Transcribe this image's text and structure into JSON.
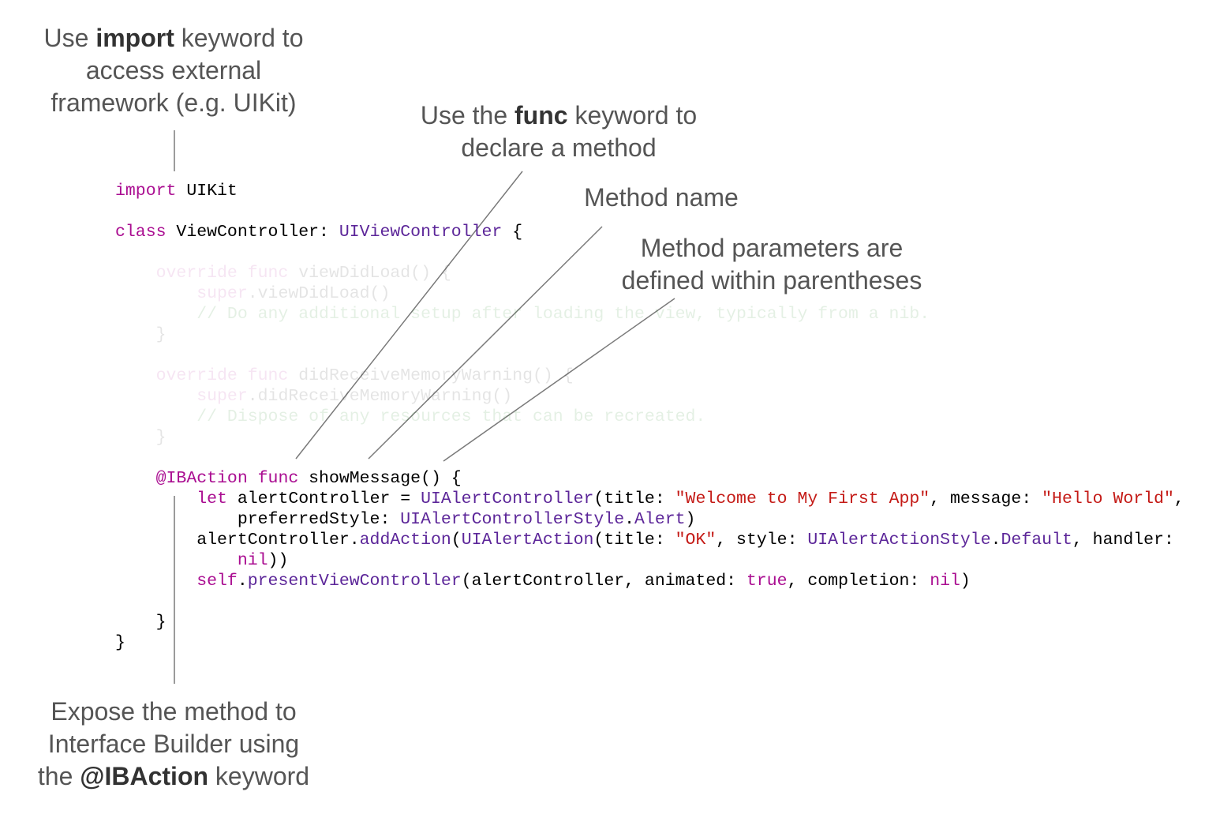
{
  "annotations": {
    "import_note": {
      "before": "Use ",
      "bold": "import",
      "after_line1": " keyword to",
      "line2": "access external",
      "line3": "framework (e.g. UIKit)"
    },
    "func_note": {
      "before": "Use the ",
      "bold": "func",
      "after_line1": " keyword to",
      "line2": "declare a method"
    },
    "method_name_note": {
      "text": "Method name"
    },
    "params_note": {
      "line1": "Method parameters are",
      "line2": "defined within parentheses"
    },
    "ibaction_note": {
      "line1": "Expose the method to",
      "line2": "Interface Builder using",
      "before_line3": "the ",
      "bold": "@IBAction",
      "after_line3": " keyword"
    }
  },
  "code": {
    "kw_import": "import",
    "uikit": " UIKit",
    "kw_class": "class",
    "class_name": " ViewController: ",
    "superclass": "UIViewController",
    "open_brace": " {",
    "faded_block": "    override func viewDidLoad() {\n        super.viewDidLoad()\n        // Do any additional setup after loading the view, typically from a nib.\n    }\n\n    override func didReceiveMemoryWarning() {\n        super.didReceiveMemoryWarning()\n        // Dispose of any resources that can be recreated.\n    }",
    "ibaction": "@IBAction",
    "kw_func": "func",
    "method_sig": " showMessage() {",
    "kw_let": "let",
    "alert_var": " alertController = ",
    "t_uialertcontroller": "UIAlertController",
    "title_arg": "(title: ",
    "s_welcome": "\"Welcome to My First App\"",
    "message_arg": ", message: ",
    "s_hello": "\"Hello World\"",
    "comma_end": ",",
    "preferred_style": "preferredStyle: ",
    "t_alertcontrollerstyle": "UIAlertControllerStyle",
    "dot": ".",
    "t_alert": "Alert",
    "close_paren": ")",
    "alert_ctrl_dot": "alertController.",
    "m_addaction": "addAction",
    "open_paren": "(",
    "t_uialertaction": "UIAlertAction",
    "s_ok": "\"OK\"",
    "style_arg": ", style: ",
    "t_alertactionstyle": "UIAlertActionStyle",
    "t_default": "Default",
    "handler_arg": ", handler:",
    "kw_nil": "nil",
    "close_parens2": "))",
    "kw_self": "self",
    "m_present": "presentViewController",
    "present_args": "(alertController, animated: ",
    "kw_true": "true",
    "completion_arg": ", completion: ",
    "method_close": "    }",
    "class_close": "}"
  }
}
